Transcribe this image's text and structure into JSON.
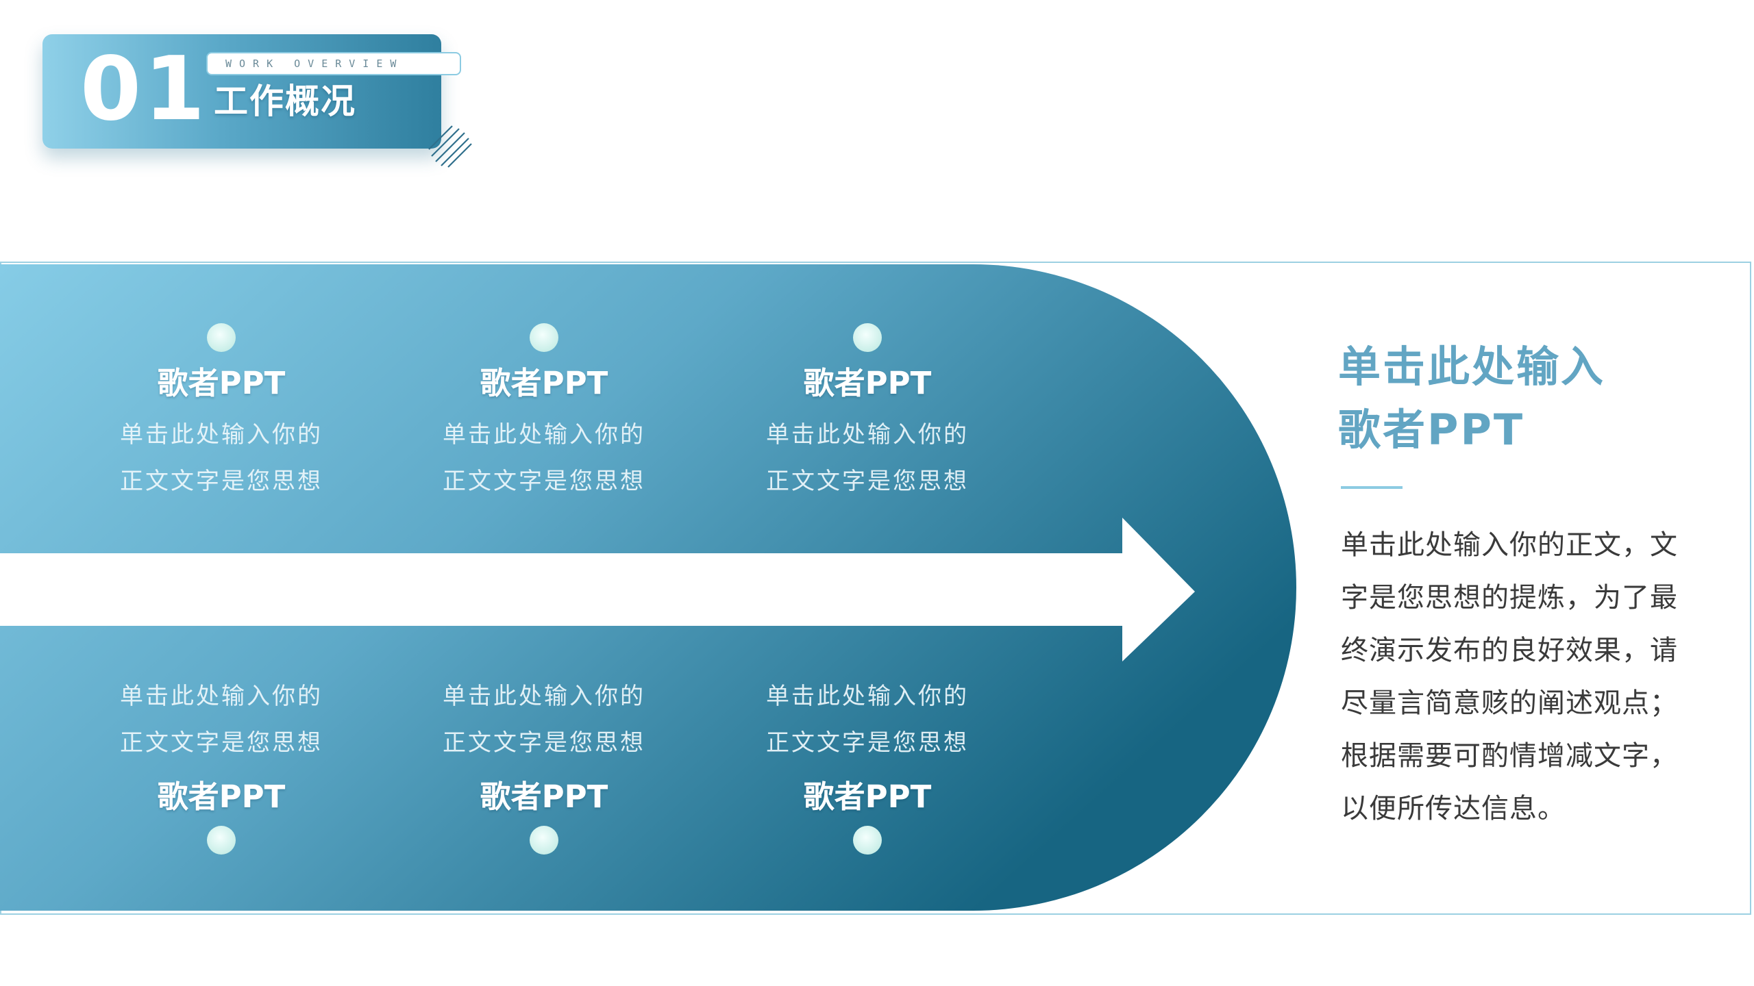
{
  "header": {
    "number": "01",
    "title": "工作概况",
    "subtitle": "WORK OVERVIEW"
  },
  "items_top": [
    {
      "title": "歌者PPT",
      "desc_line1": "单击此处输入你的",
      "desc_line2": "正文文字是您思想"
    },
    {
      "title": "歌者PPT",
      "desc_line1": "单击此处输入你的",
      "desc_line2": "正文文字是您思想"
    },
    {
      "title": "歌者PPT",
      "desc_line1": "单击此处输入你的",
      "desc_line2": "正文文字是您思想"
    }
  ],
  "items_bottom": [
    {
      "title": "歌者PPT",
      "desc_line1": "单击此处输入你的",
      "desc_line2": "正文文字是您思想"
    },
    {
      "title": "歌者PPT",
      "desc_line1": "单击此处输入你的",
      "desc_line2": "正文文字是您思想"
    },
    {
      "title": "歌者PPT",
      "desc_line1": "单击此处输入你的",
      "desc_line2": "正文文字是您思想"
    }
  ],
  "panel": {
    "heading_line1": "单击此处输入",
    "heading_line2": "歌者PPT",
    "body_lines": [
      "单击此处输入你的正文，文",
      "字是您思想的提炼，为了最",
      "终演示发布的良好效果，请",
      "尽量言简意赅的阐述观点；",
      "根据需要可酌情增减文字，",
      "以便所传达信息。"
    ]
  },
  "colors": {
    "gradient_light": "#86cce6",
    "gradient_dark": "#176582",
    "accent": "#62a5c3",
    "dot": "#cdf0ea"
  }
}
